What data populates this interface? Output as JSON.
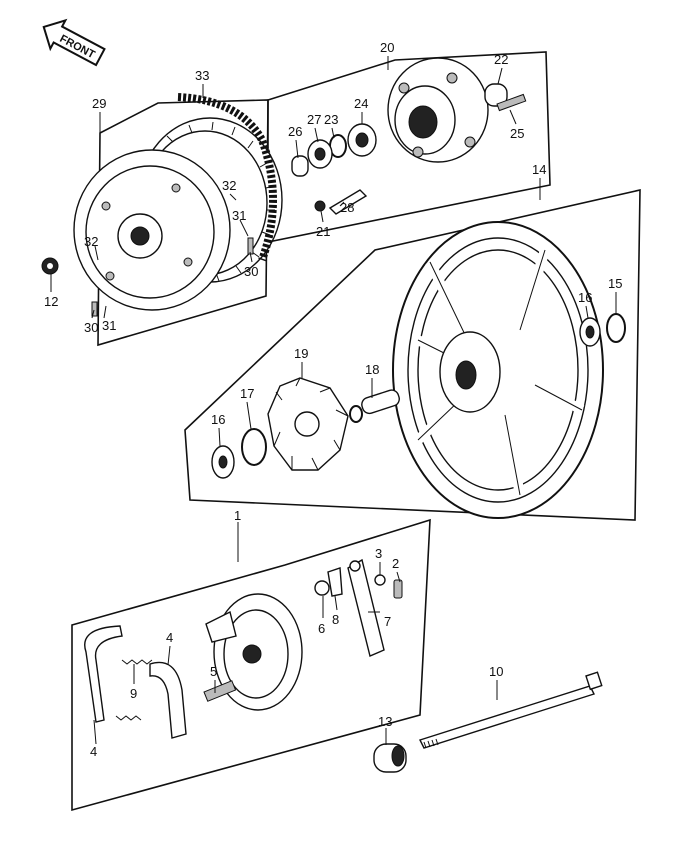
{
  "front_label": "FRONT",
  "callouts": [
    "1",
    "2",
    "3",
    "4",
    "4",
    "5",
    "6",
    "7",
    "8",
    "9",
    "10",
    "12",
    "13",
    "14",
    "15",
    "16",
    "16",
    "17",
    "18",
    "19",
    "20",
    "21",
    "22",
    "23",
    "24",
    "25",
    "26",
    "27",
    "28",
    "29",
    "30",
    "30",
    "31",
    "31",
    "32",
    "32",
    "33"
  ]
}
